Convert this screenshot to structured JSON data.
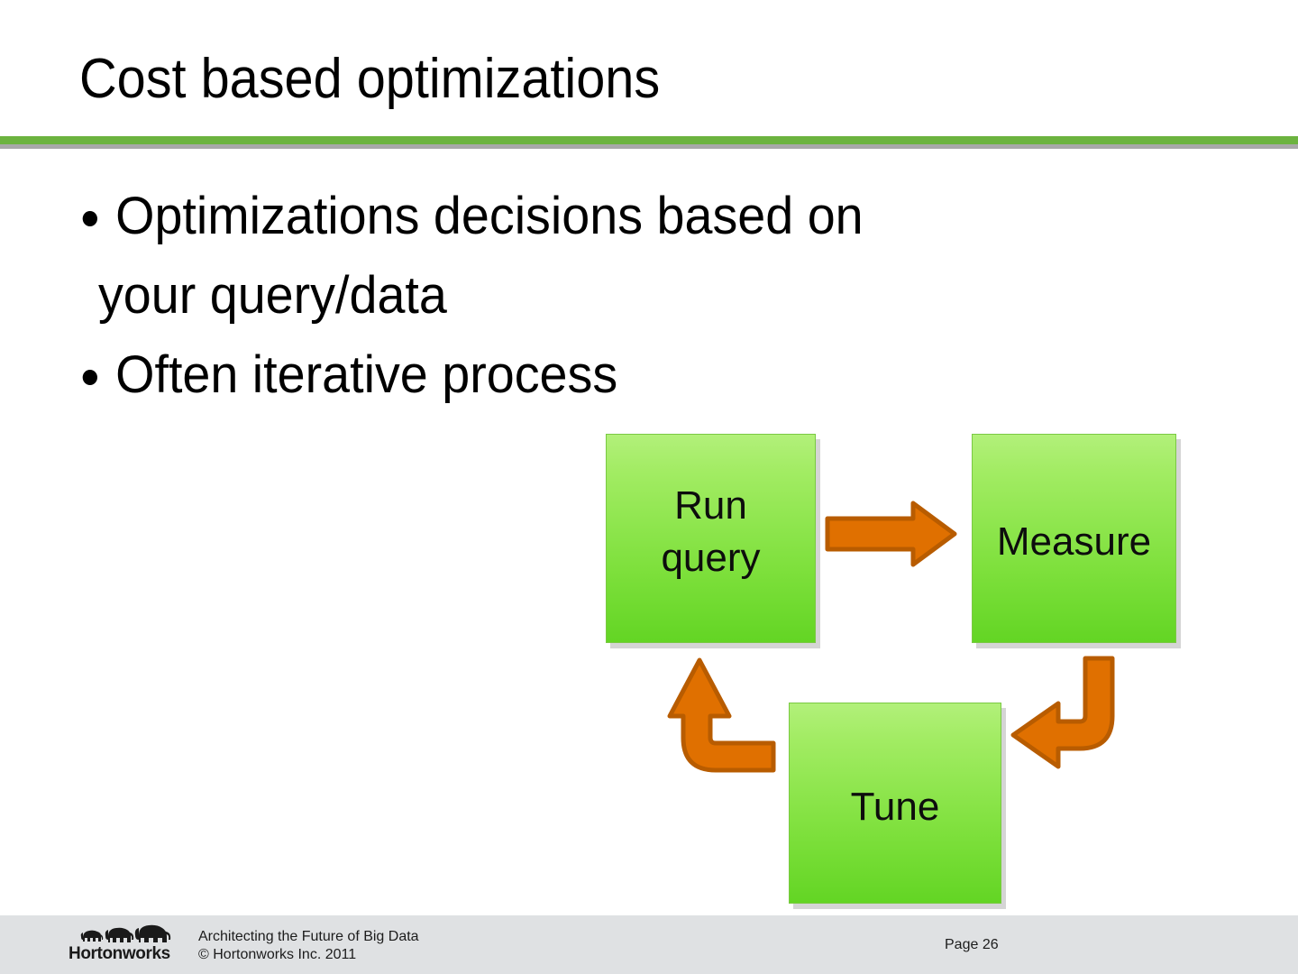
{
  "slide": {
    "title": "Cost based optimizations",
    "accent_color": "#6cb33f",
    "background_color": "#ffffff"
  },
  "bullets": [
    {
      "line1": "Optimizations decisions based on",
      "line2": "your query/data"
    },
    {
      "line1": "Often iterative process",
      "line2": ""
    }
  ],
  "diagram": {
    "type": "cycle",
    "box_fill_top": "#b2f07a",
    "box_fill_bottom": "#63d524",
    "arrow_fill": "#e07000",
    "arrow_stroke": "#b85c00",
    "nodes": [
      {
        "id": "run-query",
        "label_line1": "Run",
        "label_line2": "query"
      },
      {
        "id": "measure",
        "label_line1": "Measure",
        "label_line2": ""
      },
      {
        "id": "tune",
        "label_line1": "Tune",
        "label_line2": ""
      }
    ],
    "edges": [
      {
        "from": "run-query",
        "to": "measure",
        "shape": "straight-right"
      },
      {
        "from": "measure",
        "to": "tune",
        "shape": "bent-down-left"
      },
      {
        "from": "tune",
        "to": "run-query",
        "shape": "bent-left-up"
      }
    ]
  },
  "footer": {
    "logo_name": "Hortonworks",
    "tagline": "Architecting the Future of Big Data",
    "copyright": "© Hortonworks Inc. 2011",
    "page_label": "Page 26",
    "background_color": "#dfe1e3"
  }
}
